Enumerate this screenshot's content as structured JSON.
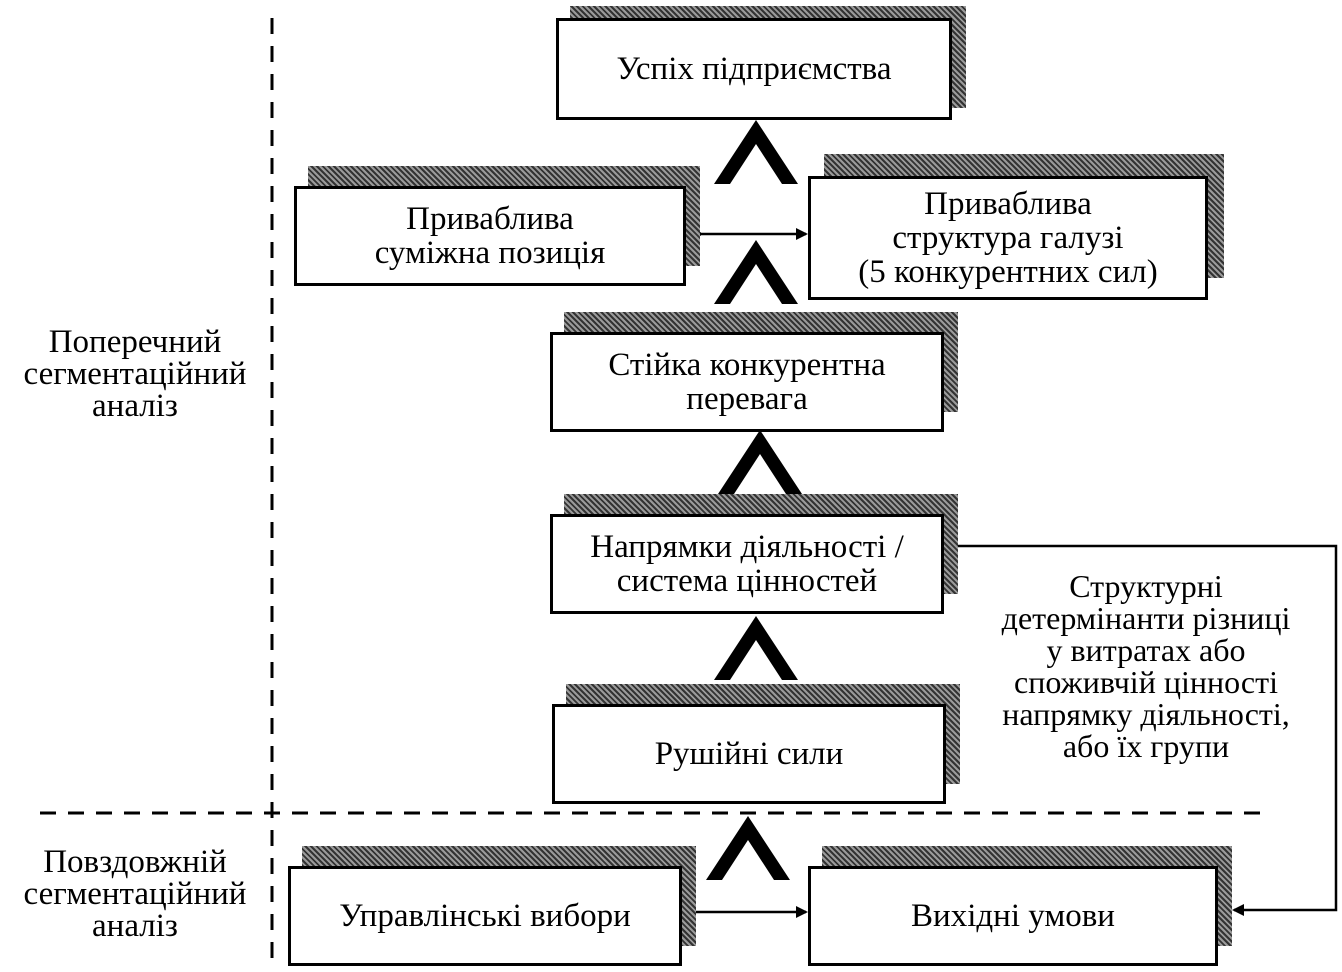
{
  "diagram": {
    "boxes": {
      "success": "Успіх підприємства",
      "adjacent_position": "Приваблива\nсуміжна позиція",
      "industry_structure": "Приваблива\nструктура галузі\n(5 конкурентних сил)",
      "competitive_advantage": "Стійка конкурентна\nперевага",
      "activities": "Напрямки діяльності /\nсистема цінностей",
      "drivers": "Рушійні сили",
      "managerial_choices": "Управлінські вибори",
      "initial_conditions": "Вихідні умови"
    },
    "side_labels": {
      "cross_sectional": "Поперечний\nсегментаційний\nаналіз",
      "longitudinal": "Повздовжній\nсегментаційний\nаналіз"
    },
    "annotation": "Структурні\nдетермінанти різниці\nу витратах або\nспоживчій цінності\nнапрямку діяльності,\nабо їх групи"
  }
}
